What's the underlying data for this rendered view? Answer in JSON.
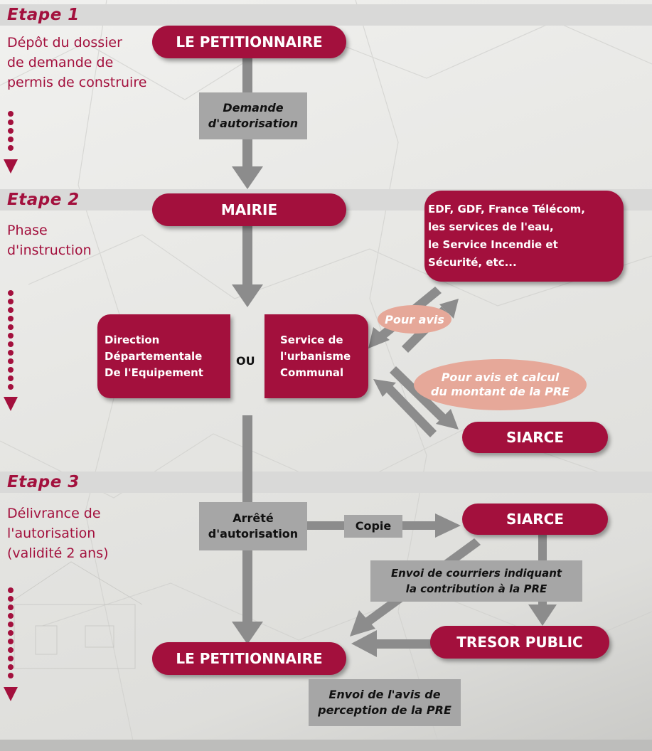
{
  "steps": [
    {
      "title": "Etape 1",
      "description": [
        "Dépôt du dossier",
        "de demande de",
        "permis de construire"
      ]
    },
    {
      "title": "Etape 2",
      "description": [
        "Phase",
        "d'instruction"
      ]
    },
    {
      "title": "Etape 3",
      "description": [
        "Délivrance de",
        "l'autorisation",
        "(validité 2 ans)"
      ]
    }
  ],
  "nodes": {
    "petitionnaire_top": "LE PETITIONNAIRE",
    "mairie": "MAIRIE",
    "services": [
      "EDF, GDF, France Télécom,",
      "les services de l'eau,",
      "le Service Incendie et",
      "Sécurité, etc..."
    ],
    "dde": [
      "Direction",
      "Départementale",
      "De l'Equipement"
    ],
    "ou": "OU",
    "urbanisme": [
      "Service de",
      "l'urbanisme",
      "Communal"
    ],
    "siarce_2": "SIARCE",
    "siarce_3": "SIARCE",
    "petitionnaire_bottom": "LE PETITIONNAIRE",
    "tresor": "TRESOR PUBLIC"
  },
  "labels": {
    "demande": [
      "Demande",
      "d'autorisation"
    ],
    "pour_avis": "Pour avis",
    "pour_avis_calcul": [
      "Pour avis et calcul",
      "du montant de la PRE"
    ],
    "arrete": [
      "Arrêté",
      "d'autorisation"
    ],
    "copie": "Copie",
    "envoi_courriers": [
      "Envoi de courriers indiquant",
      "la contribution à la PRE"
    ],
    "envoi_avis": [
      "Envoi de l'avis de",
      "perception de la PRE"
    ]
  },
  "colors": {
    "accent": "#a3103d",
    "arrow": "#8c8c8c",
    "label_box": "#a6a6a6",
    "oval": "#e6a899",
    "band": "#d9d9d8"
  }
}
